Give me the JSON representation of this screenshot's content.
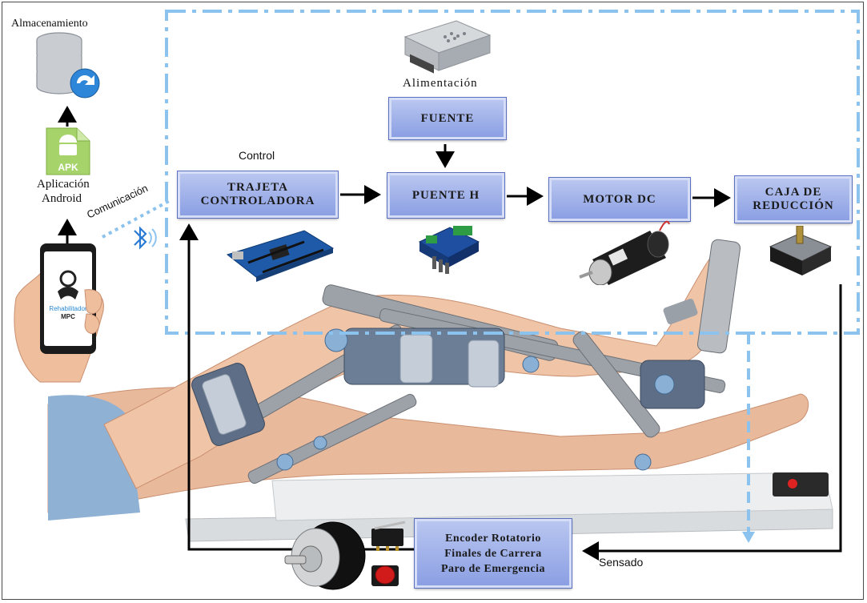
{
  "labels": {
    "storage": "Almacenamiento",
    "app_line1": "Aplicación",
    "app_line2": "Android",
    "apk_badge": "APK",
    "communication": "Comunicación",
    "control": "Control",
    "power_supply": "Alimentación",
    "sensing": "Sensado",
    "app_name_line1": "Rehabilitador",
    "app_name_line2": "MPC"
  },
  "blocks": {
    "controller_line1": "TRAJETA",
    "controller_line2": "CONTROLADORA",
    "source": "FUENTE",
    "h_bridge": "PUENTE H",
    "motor": "MOTOR DC",
    "gearbox_line1": "CAJA DE",
    "gearbox_line2": "REDUCCIÓN",
    "sensors_line1": "Encoder Rotatorio",
    "sensors_line2": "Finales de Carrera",
    "sensors_line3": "Paro de Emergencia"
  },
  "colors": {
    "block_fill": "#9aabe8",
    "dashed_border": "#8cc3ee",
    "arrow": "#000000",
    "bluetooth": "#2a7bd4",
    "apk_green": "#8bc34a"
  },
  "icons": [
    "database-icon",
    "apk-file-icon",
    "android-icon",
    "smartphone-icon",
    "bluetooth-icon",
    "power-supply-icon",
    "arduino-board-icon",
    "h-bridge-module-icon",
    "dc-motor-icon",
    "gearbox-icon",
    "rotary-encoder-icon",
    "limit-switch-icon",
    "emergency-stop-icon",
    "knee-rehab-device-image"
  ]
}
